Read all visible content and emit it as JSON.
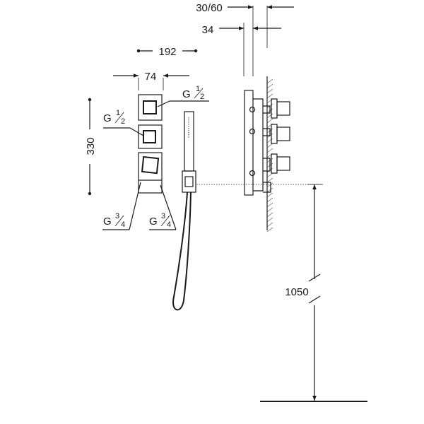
{
  "dimensions": {
    "top_offset": "30/60",
    "depth": "34",
    "total_width": "192",
    "plate_width": "74",
    "height": "330",
    "floor_height": "1050"
  },
  "connections": {
    "top_right": {
      "prefix": "G",
      "num": "1",
      "den": "2"
    },
    "middle_left": {
      "prefix": "G",
      "num": "1",
      "den": "2"
    },
    "bottom_left": {
      "prefix": "G",
      "num": "3",
      "den": "4"
    },
    "bottom_right": {
      "prefix": "G",
      "num": "3",
      "den": "4"
    }
  }
}
